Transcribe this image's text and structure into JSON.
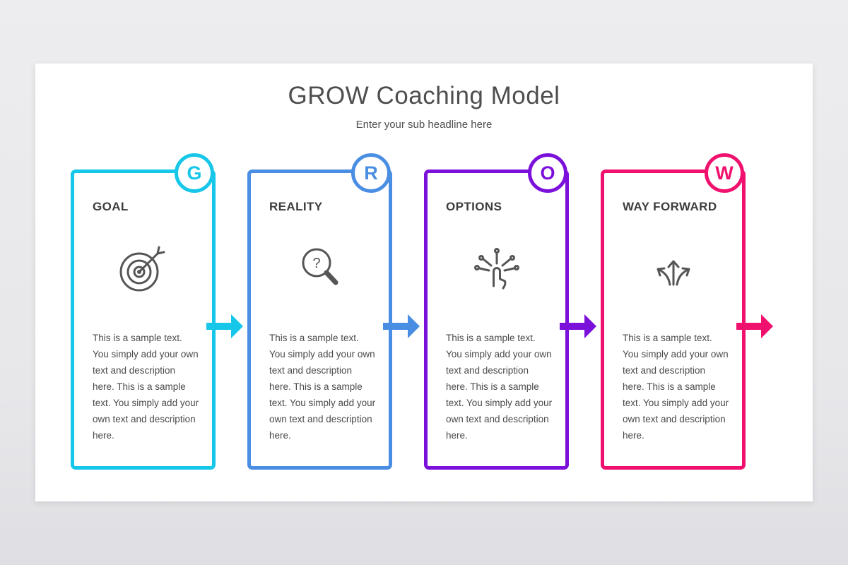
{
  "slide": {
    "title": "GROW Coaching Model",
    "subtitle": "Enter your sub headline here"
  },
  "icons": {
    "question_glyph": "?"
  },
  "cards": [
    {
      "letter": "G",
      "title": "GOAL",
      "color": "#17c7e9",
      "icon": "target-dart-icon",
      "body": "This is a sample text. You simply add your own text and description here. This is a sample text. You simply add your own text and description here."
    },
    {
      "letter": "R",
      "title": "REALITY",
      "color": "#4a8ee3",
      "icon": "magnifier-question-icon",
      "body": "This is a sample text. You simply add your own text and description here. This is a sample text. You simply add your own text and description here."
    },
    {
      "letter": "O",
      "title": "OPTIONS",
      "color": "#7b10da",
      "icon": "touch-options-icon",
      "body": "This is a sample text. You simply add your own text and description here. This is a sample text. You simply add your own text and description here."
    },
    {
      "letter": "W",
      "title": "WAY FORWARD",
      "color": "#f0116f",
      "icon": "branching-arrows-icon",
      "body": "This is a sample text. You simply add your own text and description here. This is a sample text. You simply add your own text and description here."
    }
  ]
}
